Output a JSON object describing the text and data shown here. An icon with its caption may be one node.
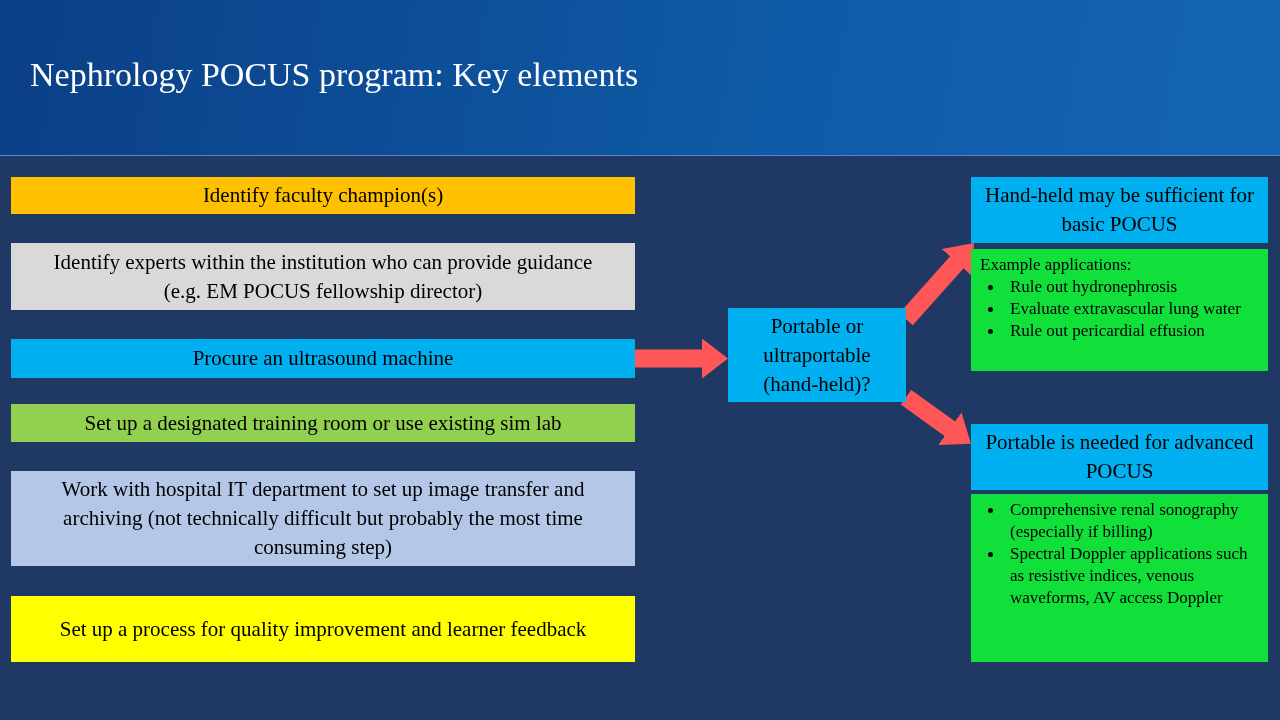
{
  "diagram": {
    "title": "Nephrology POCUS program: Key elements",
    "nodes": [
      {
        "text": [
          "Identify faculty champion(s)"
        ]
      },
      {
        "text": [
          "Identify experts within the institution who can provide guidance (e.g. EM POCUS fellowship director)"
        ]
      },
      {
        "text": [
          "Procure an ultrasound machine"
        ]
      },
      {
        "text": [
          "Set up a designated training room or use existing sim lab"
        ]
      },
      {
        "text": [
          "Work with hospital IT department to set up image transfer and archiving (not technically difficult but probably the most time consuming step)"
        ]
      },
      {
        "text": [
          "Set up a process for quality improvement and learner feedback"
        ]
      },
      {
        "text": [
          "Portable or ultraportable (hand-held)?"
        ]
      },
      {
        "text": [
          "Hand-held may be sufficient for basic POCUS"
        ]
      },
      {
        "text": [
          "Example applications:",
          "Rule out hydronephrosis",
          "Evaluate extravascular lung water",
          "Rule out pericardial effusion"
        ]
      },
      {
        "text": [
          "Portable is needed for advanced POCUS"
        ]
      },
      {
        "text": [
          "Comprehensive renal sonography (especially if billing)",
          "Spectral Doppler applications such as resistive indices, venous waveforms, AV access Doppler"
        ]
      }
    ],
    "edges": [
      {
        "from": 2,
        "to": 6,
        "arrow": "to"
      },
      {
        "from": 6,
        "to": 7,
        "arrow": "to"
      },
      {
        "from": 6,
        "to": 9,
        "arrow": "to"
      }
    ]
  }
}
